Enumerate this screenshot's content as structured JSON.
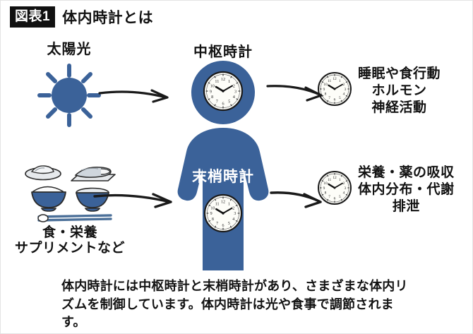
{
  "figure": {
    "badge": "図表1",
    "title": "体内時計とは",
    "caption": "体内時計には中枢時計と末梢時計があり、さまざまな体内リズムを制御しています。体内時計は光や食事で調節されます。"
  },
  "colors": {
    "brand_blue": "#3B6299",
    "blue_dark": "#2F5283",
    "ink": "#121212",
    "badge_bg": "#111111",
    "clock_face": "#FDFDF8",
    "bowl_blue": "#3B6299",
    "plate_gray": "#D8DCE0",
    "border": "#E3E3E3"
  },
  "inputs": {
    "sun": {
      "label": "太陽光",
      "icon": "sun-icon"
    },
    "food": {
      "label": "食・栄養\nサプリメントなど",
      "icon": "japanese-meal-icon",
      "items": [
        "side-dish-plate-icon",
        "grilled-fish-plate-icon",
        "rice-bowl-icon",
        "soup-bowl-icon",
        "chopsticks-icon"
      ]
    }
  },
  "body_figure": {
    "central_clock_label": "中枢時計",
    "peripheral_clock_label": "末梢時計",
    "head_clock": {
      "icon": "clock-icon",
      "time": "10:10"
    },
    "torso_clock": {
      "icon": "clock-icon",
      "time": "10:10"
    },
    "silhouette": "human-silhouette-icon"
  },
  "outputs": {
    "top": {
      "icon": "clock-icon",
      "time": "10:10",
      "text": "睡眠や食行動\nホルモン\n神経活動"
    },
    "bottom": {
      "icon": "clock-icon",
      "time": "10:10",
      "text": "栄養・薬の吸収\n体内分布・代謝\n排泄"
    }
  },
  "arrows": [
    {
      "name": "arrow-sun-to-head",
      "from": "sun",
      "to": "head"
    },
    {
      "name": "arrow-food-to-torso",
      "from": "food",
      "to": "torso"
    },
    {
      "name": "arrow-head-to-output-top",
      "from": "head",
      "to": "output-top"
    },
    {
      "name": "arrow-torso-to-output-bottom",
      "from": "torso",
      "to": "output-bottom"
    }
  ]
}
